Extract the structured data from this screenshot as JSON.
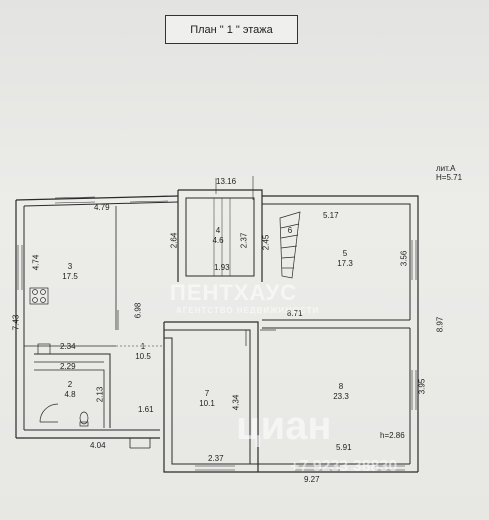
{
  "title": "План \" 1 \" этажа",
  "lit_line1": "лит.А",
  "lit_line2": "Н=5.71",
  "dims": {
    "top_total": "13.16",
    "right_total": "8.97",
    "left_total": "7.43",
    "bottom_total": "9.27",
    "d479": "4.79",
    "d474": "4.74",
    "d264": "2.64",
    "d237": "2.37",
    "d245": "2.45",
    "d193": "1.93",
    "d517": "5.17",
    "d356": "3.56",
    "d871": "8.71",
    "d698": "6.98",
    "d234": "2.34",
    "d229": "2.29",
    "d213": "2.13",
    "d161": "1.61",
    "d404": "4.04",
    "d434": "4.34",
    "d237b": "2.37",
    "d395": "3.95",
    "d591": "5.91",
    "h286": "h=2.86"
  },
  "rooms": [
    {
      "num": "1",
      "area": "10.5"
    },
    {
      "num": "2",
      "area": "4.8"
    },
    {
      "num": "3",
      "area": "17.5"
    },
    {
      "num": "4",
      "area": "4.6"
    },
    {
      "num": "5",
      "area": "17.3"
    },
    {
      "num": "6",
      "area": ""
    },
    {
      "num": "7",
      "area": "10.1"
    },
    {
      "num": "8",
      "area": "23.3"
    }
  ],
  "stair_label": "6",
  "watermarks": {
    "brand": "ПЕНТХАУС",
    "brand_sub": "АГЕНТСТВО НЕДВИЖИМОСТИ",
    "cian": "циан",
    "phone": "+7 9233 38830"
  }
}
